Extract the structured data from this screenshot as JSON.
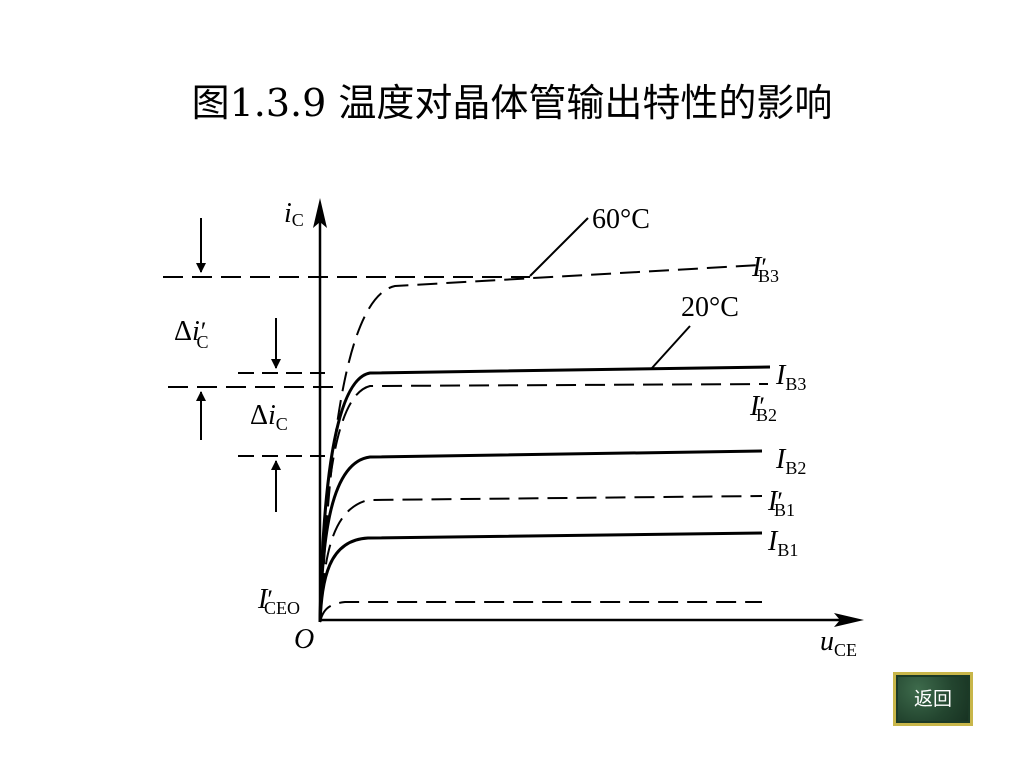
{
  "title": "图1.3.9 温度对晶体管输出特性的影响",
  "back_button": "返回",
  "diagram": {
    "y_axis": {
      "main": "i",
      "sub": "C"
    },
    "x_axis": {
      "main": "u",
      "sub": "CE"
    },
    "origin": "O",
    "temperatures": {
      "hot": "60°C",
      "cold": "20°C"
    },
    "delta_hot": {
      "prefix": "Δ",
      "main": "i",
      "prime": "′",
      "sub": "C"
    },
    "delta_cold": {
      "prefix": "Δ",
      "main": "i",
      "sub": "C"
    },
    "curves": [
      {
        "id": "IB3p",
        "main": "I",
        "prime": "′",
        "sub": "B3",
        "style": "dashed"
      },
      {
        "id": "IB3",
        "main": "I",
        "prime": "",
        "sub": "B3",
        "style": "solid"
      },
      {
        "id": "IB2p",
        "main": "I",
        "prime": "′",
        "sub": "B2",
        "style": "dashed"
      },
      {
        "id": "IB2",
        "main": "I",
        "prime": "",
        "sub": "B2",
        "style": "solid"
      },
      {
        "id": "IB1p",
        "main": "I",
        "prime": "′",
        "sub": "B1",
        "style": "dashed"
      },
      {
        "id": "IB1",
        "main": "I",
        "prime": "",
        "sub": "B1",
        "style": "solid"
      },
      {
        "id": "ICEOp",
        "main": "I",
        "prime": "′",
        "sub": "CEO",
        "style": "dashed"
      }
    ]
  }
}
